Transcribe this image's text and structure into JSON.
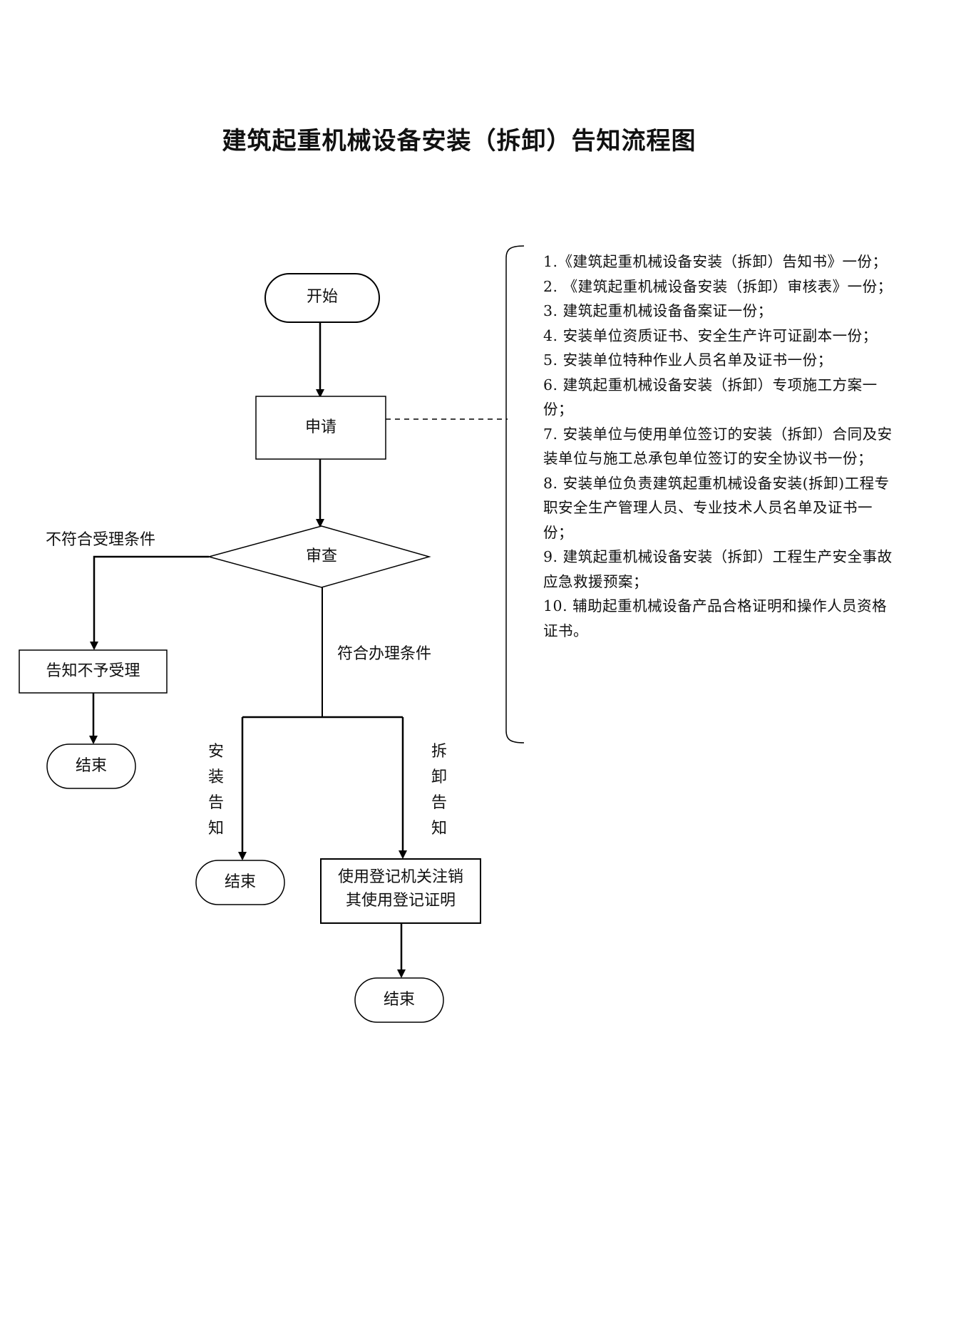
{
  "title": "建筑起重机械设备安装（拆卸）告知流程图",
  "nodes": {
    "start": "开始",
    "apply": "申请",
    "review": "审查",
    "reject": "告知不予受理",
    "end_reject": "结束",
    "end_install": "结束",
    "cancel_line1": "使用登记机关注销",
    "cancel_line2": "其使用登记证明",
    "end_dismantle": "结束"
  },
  "edges": {
    "not_qualified": "不符合受理条件",
    "qualified": "符合办理条件",
    "install_notice": [
      "安",
      "装",
      "告",
      "知"
    ],
    "dismantle_notice": [
      "拆",
      "卸",
      "告",
      "知"
    ]
  },
  "requirements": [
    "1.《建筑起重机械设备安装（拆卸）告知书》一份；",
    "2. 《建筑起重机械设备安装（拆卸）审核表》一份；",
    "3. 建筑起重机械设备备案证一份；",
    "4. 安装单位资质证书、安全生产许可证副本一份；",
    "5. 安装单位特种作业人员名单及证书一份；",
    "6. 建筑起重机械设备安装（拆卸）专项施工方案一份；",
    "7. 安装单位与使用单位签订的安装（拆卸）合同及安装单位与施工总承包单位签订的安全协议书一份；",
    "8. 安装单位负责建筑起重机械设备安装(拆卸)工程专职安全生产管理人员、专业技术人员名单及证书一份；",
    "9. 建筑起重机械设备安装（拆卸）工程生产安全事故应急救援预案；",
    "10. 辅助起重机械设备产品合格证明和操作人员资格证书。"
  ]
}
